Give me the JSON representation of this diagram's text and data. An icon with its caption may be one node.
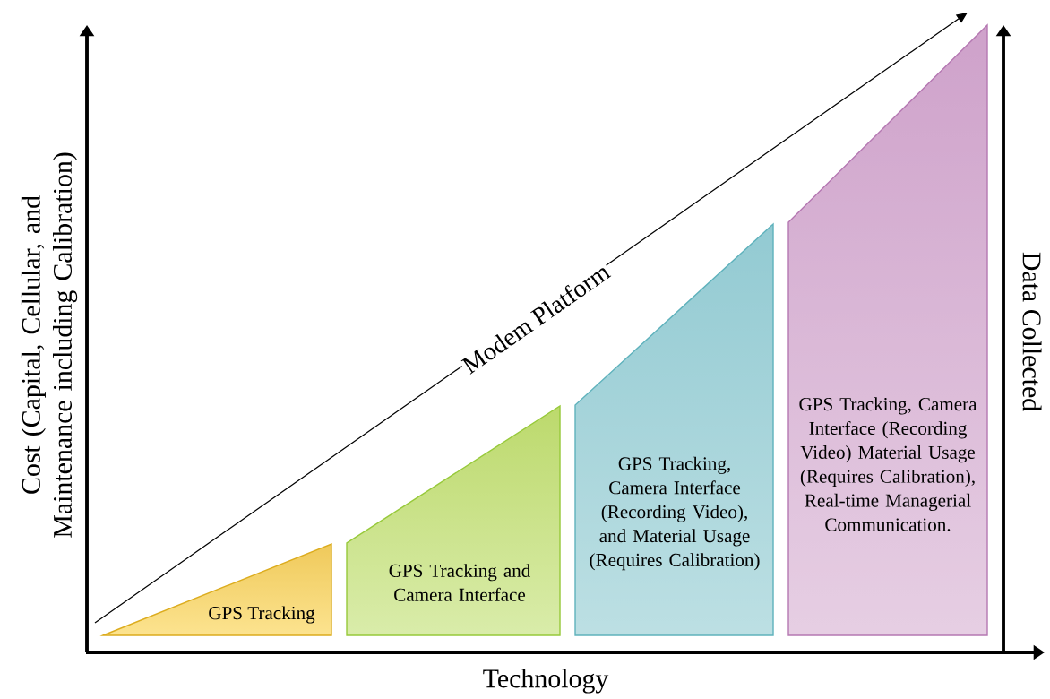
{
  "diagram": {
    "nodes": [
      {
        "text": [
          "GPS Tracking"
        ]
      },
      {
        "text": [
          "GPS Tracking and Camera Interface"
        ]
      },
      {
        "text": [
          "GPS Tracking, Camera Interface (Recording Video), and Material Usage (Requires Calibration)"
        ]
      },
      {
        "text": [
          "GPS Tracking, Camera Interface (Recording Video) Material Usage (Requires Calibration), Real-time Managerial Communication."
        ]
      }
    ],
    "labels": [
      "Cost (Capital, Cellular, and Maintenance including Calibration)",
      "Modem Platform",
      "Data Collected",
      "Technology"
    ]
  }
}
